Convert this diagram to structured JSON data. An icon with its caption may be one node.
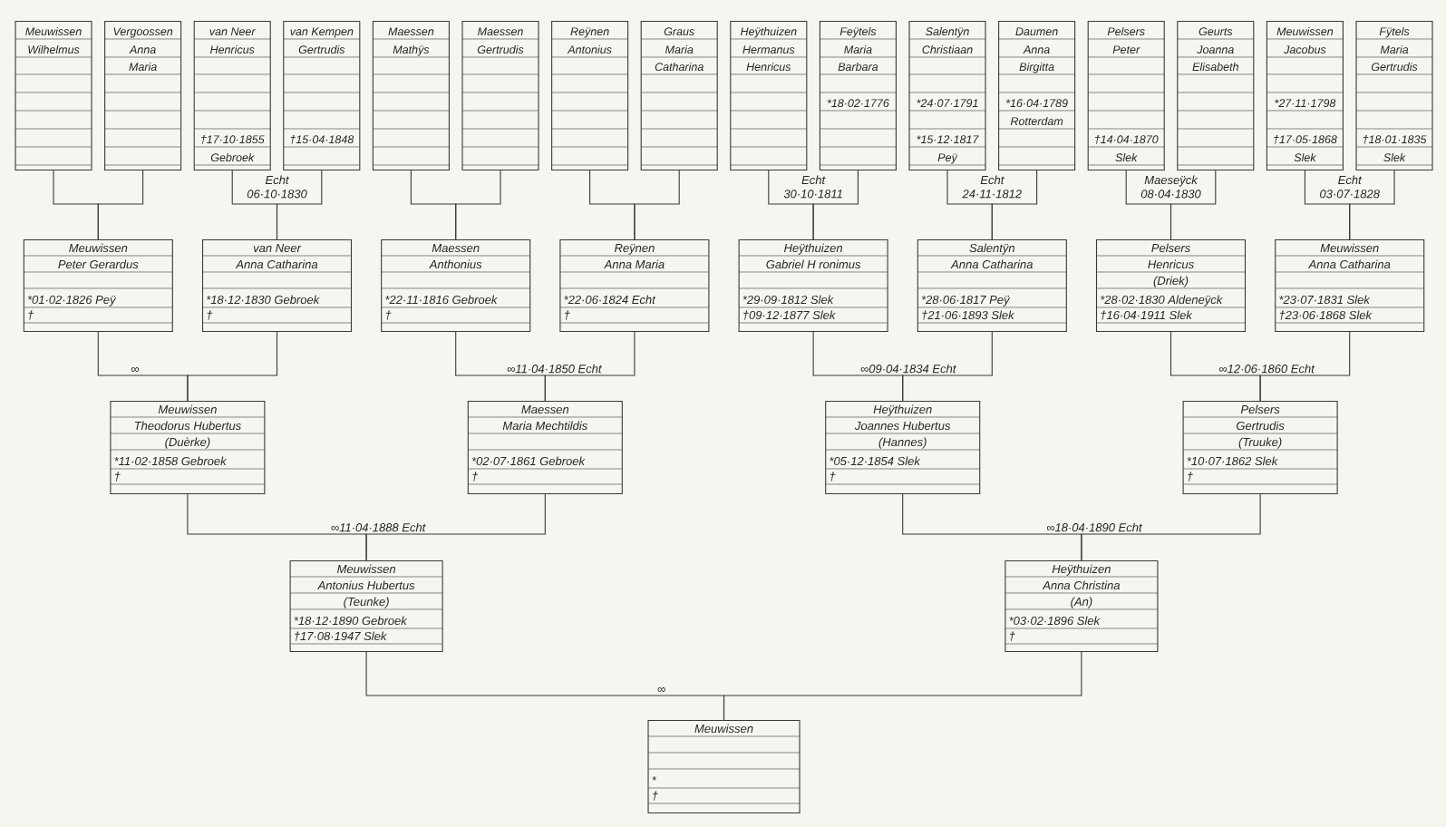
{
  "diagram": {
    "nodes": [
      {
        "text": [
          "Meuwissen",
          "Wilhelmus"
        ]
      },
      {
        "text": [
          "Vergoossen",
          "Anna",
          "Maria"
        ]
      },
      {
        "text": [
          "van Neer",
          "Henricus",
          "†17·10·1855",
          "Gebroek"
        ]
      },
      {
        "text": [
          "van Kempen",
          "Gertrudis",
          "†15·04·1848"
        ]
      },
      {
        "text": [
          "Maessen",
          "Mathÿs"
        ]
      },
      {
        "text": [
          "Maessen",
          "Gertrudis"
        ]
      },
      {
        "text": [
          "Reÿnen",
          "Antonius"
        ]
      },
      {
        "text": [
          "Graus",
          "Maria",
          "Catharina"
        ]
      },
      {
        "text": [
          "Heÿthuizen",
          "Hermanus",
          "Henricus"
        ]
      },
      {
        "text": [
          "Feÿtels",
          "Maria",
          "Barbara",
          "*18·02·1776"
        ]
      },
      {
        "text": [
          "Salentÿn",
          "Christiaan",
          "*24·07·1791",
          "*15·12·1817",
          "Peÿ"
        ]
      },
      {
        "text": [
          "Daumen",
          "Anna",
          "Birgitta",
          "*16·04·1789",
          "Rotterdam"
        ]
      },
      {
        "text": [
          "Pelsers",
          "Peter",
          "†14·04·1870",
          "Slek"
        ]
      },
      {
        "text": [
          "Geurts",
          "Joanna",
          "Elisabeth"
        ]
      },
      {
        "text": [
          "Meuwissen",
          "Jacobus",
          "*27·11·1798",
          "†17·05·1868",
          "Slek"
        ]
      },
      {
        "text": [
          "Fÿtels",
          "Maria",
          "Gertrudis",
          "†18·01·1835",
          "Slek"
        ]
      },
      {
        "text": [
          "Meuwissen",
          "Peter Gerardus",
          "*01·02·1826 Peÿ",
          "†"
        ]
      },
      {
        "text": [
          "van Neer",
          "Anna Catharina",
          "*18·12·1830 Gebroek",
          "†"
        ]
      },
      {
        "text": [
          "Maessen",
          "Anthonius",
          "*22·11·1816 Gebroek",
          "†"
        ]
      },
      {
        "text": [
          "Reÿnen",
          "Anna Maria",
          "*22·06·1824 Echt",
          "†"
        ]
      },
      {
        "text": [
          "Heÿthuizen",
          "Gabriel H ronimus",
          "*29·09·1812 Slek",
          "†09·12·1877 Slek"
        ]
      },
      {
        "text": [
          "Salentÿn",
          "Anna Catharina",
          "*28·06·1817 Peÿ",
          "†21·06·1893 Slek"
        ]
      },
      {
        "text": [
          "Pelsers",
          "Henricus",
          "(Driek)",
          "*28·02·1830 Aldeneÿck",
          "†16·04·1911 Slek"
        ]
      },
      {
        "text": [
          "Meuwissen",
          "Anna Catharina",
          "*23·07·1831 Slek",
          "†23·06·1868 Slek"
        ]
      },
      {
        "text": [
          "Meuwissen",
          "Theodorus Hubertus",
          "(Duèrke)",
          "*11·02·1858 Gebroek",
          "†"
        ]
      },
      {
        "text": [
          "Maessen",
          "Maria Mechtildis",
          "*02·07·1861 Gebroek",
          "†"
        ]
      },
      {
        "text": [
          "Heÿthuizen",
          "Joannes Hubertus",
          "(Hannes)",
          "*05·12·1854 Slek",
          "†"
        ]
      },
      {
        "text": [
          "Pelsers",
          "Gertrudis",
          "(Truuke)",
          "*10·07·1862 Slek",
          "†"
        ]
      },
      {
        "text": [
          "Meuwissen",
          "Antonius Hubertus",
          "(Teunke)",
          "*18·12·1890 Gebroek",
          "†17·08·1947 Slek"
        ]
      },
      {
        "text": [
          "Heÿthuizen",
          "Anna Christina",
          "(An)",
          "*03·02·1896 Slek",
          "†"
        ]
      },
      {
        "text": [
          "Meuwissen",
          "*",
          "†"
        ]
      }
    ],
    "edges": [
      {
        "from": 0,
        "to": 16,
        "arrow": "none"
      },
      {
        "from": 1,
        "to": 16,
        "arrow": "none"
      },
      {
        "from": 2,
        "to": 17,
        "arrow": "none",
        "label": "Echt 06·10·1830"
      },
      {
        "from": 3,
        "to": 17,
        "arrow": "none"
      },
      {
        "from": 4,
        "to": 18,
        "arrow": "none"
      },
      {
        "from": 5,
        "to": 18,
        "arrow": "none"
      },
      {
        "from": 6,
        "to": 19,
        "arrow": "none"
      },
      {
        "from": 7,
        "to": 19,
        "arrow": "none"
      },
      {
        "from": 8,
        "to": 20,
        "arrow": "none",
        "label": "Echt 30·10·1811"
      },
      {
        "from": 9,
        "to": 20,
        "arrow": "none"
      },
      {
        "from": 10,
        "to": 21,
        "arrow": "none",
        "label": "Echt 24·11·1812"
      },
      {
        "from": 11,
        "to": 21,
        "arrow": "none"
      },
      {
        "from": 12,
        "to": 22,
        "arrow": "none",
        "label": "Maeseÿck 08·04·1830"
      },
      {
        "from": 13,
        "to": 22,
        "arrow": "none"
      },
      {
        "from": 14,
        "to": 23,
        "arrow": "none",
        "label": "Echt 03·07·1828"
      },
      {
        "from": 15,
        "to": 23,
        "arrow": "none"
      },
      {
        "from": 16,
        "to": 24,
        "arrow": "none",
        "label": "∞"
      },
      {
        "from": 17,
        "to": 24,
        "arrow": "none"
      },
      {
        "from": 18,
        "to": 25,
        "arrow": "none",
        "label": "∞11·04·1850 Echt"
      },
      {
        "from": 19,
        "to": 25,
        "arrow": "none"
      },
      {
        "from": 20,
        "to": 26,
        "arrow": "none",
        "label": "∞09·04·1834 Echt"
      },
      {
        "from": 21,
        "to": 26,
        "arrow": "none"
      },
      {
        "from": 22,
        "to": 27,
        "arrow": "none",
        "label": "∞12·06·1860 Echt"
      },
      {
        "from": 23,
        "to": 27,
        "arrow": "none"
      },
      {
        "from": 24,
        "to": 28,
        "arrow": "none",
        "label": "∞11·04·1888 Echt"
      },
      {
        "from": 25,
        "to": 28,
        "arrow": "none"
      },
      {
        "from": 26,
        "to": 29,
        "arrow": "none",
        "label": "∞18·04·1890 Echt"
      },
      {
        "from": 27,
        "to": 29,
        "arrow": "none"
      },
      {
        "from": 28,
        "to": 30,
        "arrow": "none",
        "label": "∞"
      },
      {
        "from": 29,
        "to": 30,
        "arrow": "none"
      }
    ]
  }
}
